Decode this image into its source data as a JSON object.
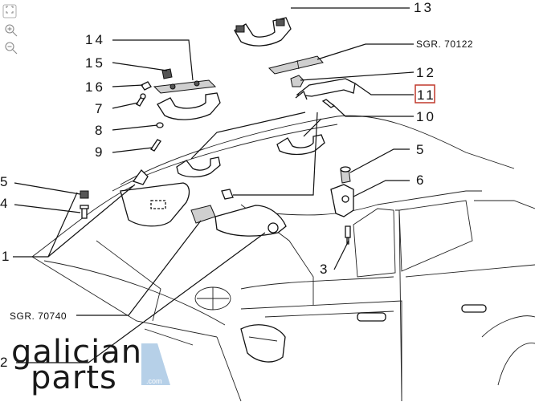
{
  "toolbar": {
    "fullscreen_icon": "expand-icon",
    "zoom_in_icon": "zoom-in-icon",
    "zoom_out_icon": "zoom-out-icon"
  },
  "callouts": {
    "c1": "1",
    "c2": "2",
    "c3": "3",
    "c4": "4",
    "c5_left": "5",
    "c5_right": "5",
    "c6": "6",
    "c7": "7",
    "c8": "8",
    "c9": "9",
    "c10": "10",
    "c11": "11",
    "c12": "12",
    "c13": "13",
    "c14": "14",
    "c15": "15",
    "c16": "16"
  },
  "references": {
    "sgr_top": "SGR. 70122",
    "sgr_left": "SGR. 70740"
  },
  "highlight_color": "#c0392b",
  "logo": {
    "line1": "galician",
    "line2": "parts",
    "suffix": ".com",
    "accent_color": "#aecbe6"
  }
}
